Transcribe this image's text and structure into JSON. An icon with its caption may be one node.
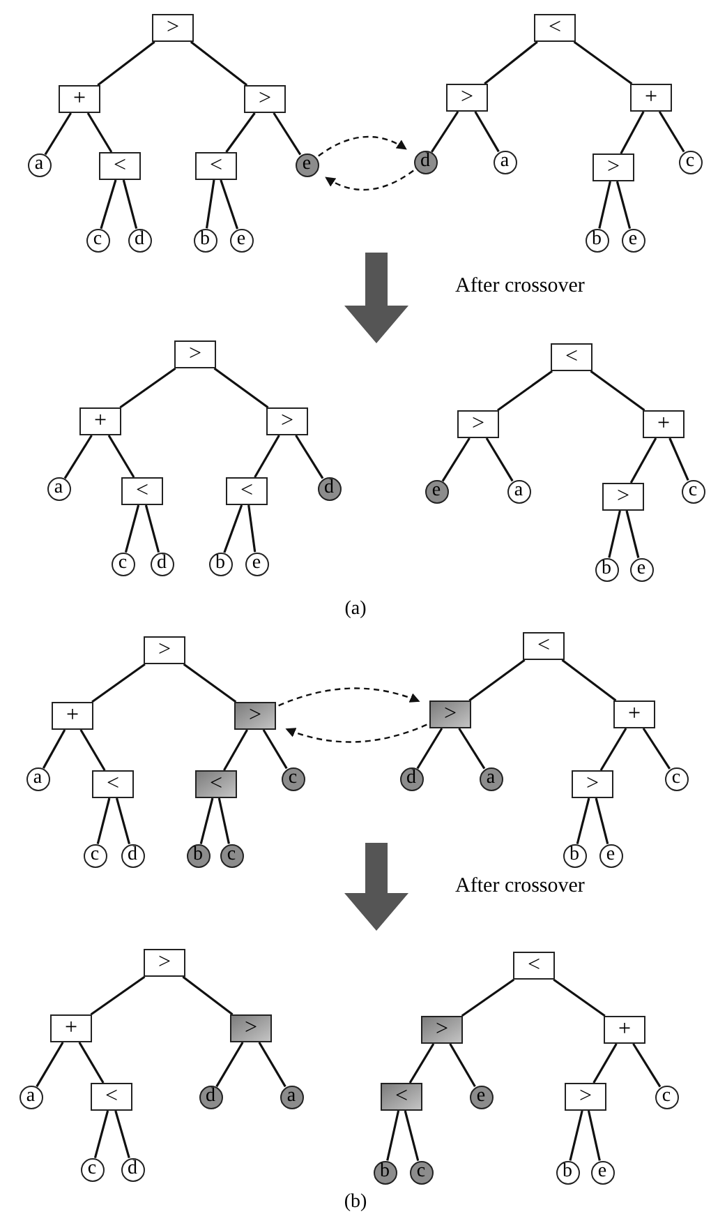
{
  "diagram": {
    "nodes": [
      {
        "text": [
          ">"
        ]
      },
      {
        "text": [
          "+"
        ]
      },
      {
        "text": [
          ">"
        ]
      },
      {
        "text": [
          "a"
        ]
      },
      {
        "text": [
          "<"
        ]
      },
      {
        "text": [
          "<"
        ]
      },
      {
        "text": [
          "e"
        ]
      },
      {
        "text": [
          "c"
        ]
      },
      {
        "text": [
          "d"
        ]
      },
      {
        "text": [
          "b"
        ]
      },
      {
        "text": [
          "e"
        ]
      },
      {
        "text": [
          "<"
        ]
      },
      {
        "text": [
          ">"
        ]
      },
      {
        "text": [
          "+"
        ]
      },
      {
        "text": [
          "d"
        ]
      },
      {
        "text": [
          "a"
        ]
      },
      {
        "text": [
          ">"
        ]
      },
      {
        "text": [
          "c"
        ]
      },
      {
        "text": [
          "b"
        ]
      },
      {
        "text": [
          "e"
        ]
      },
      {
        "text": [
          ">"
        ]
      },
      {
        "text": [
          "+"
        ]
      },
      {
        "text": [
          ">"
        ]
      },
      {
        "text": [
          "a"
        ]
      },
      {
        "text": [
          "<"
        ]
      },
      {
        "text": [
          "<"
        ]
      },
      {
        "text": [
          "d"
        ]
      },
      {
        "text": [
          "c"
        ]
      },
      {
        "text": [
          "d"
        ]
      },
      {
        "text": [
          "b"
        ]
      },
      {
        "text": [
          "e"
        ]
      },
      {
        "text": [
          "<"
        ]
      },
      {
        "text": [
          ">"
        ]
      },
      {
        "text": [
          "+"
        ]
      },
      {
        "text": [
          "e"
        ]
      },
      {
        "text": [
          "a"
        ]
      },
      {
        "text": [
          ">"
        ]
      },
      {
        "text": [
          "c"
        ]
      },
      {
        "text": [
          "b"
        ]
      },
      {
        "text": [
          "e"
        ]
      },
      {
        "text": [
          ">"
        ]
      },
      {
        "text": [
          "+"
        ]
      },
      {
        "text": [
          ">"
        ]
      },
      {
        "text": [
          "a"
        ]
      },
      {
        "text": [
          "<"
        ]
      },
      {
        "text": [
          "<"
        ]
      },
      {
        "text": [
          "c"
        ]
      },
      {
        "text": [
          "c"
        ]
      },
      {
        "text": [
          "d"
        ]
      },
      {
        "text": [
          "b"
        ]
      },
      {
        "text": [
          "c"
        ]
      },
      {
        "text": [
          "<"
        ]
      },
      {
        "text": [
          ">"
        ]
      },
      {
        "text": [
          "+"
        ]
      },
      {
        "text": [
          "d"
        ]
      },
      {
        "text": [
          "a"
        ]
      },
      {
        "text": [
          ">"
        ]
      },
      {
        "text": [
          "c"
        ]
      },
      {
        "text": [
          "b"
        ]
      },
      {
        "text": [
          "e"
        ]
      },
      {
        "text": [
          ">"
        ]
      },
      {
        "text": [
          "+"
        ]
      },
      {
        "text": [
          ">"
        ]
      },
      {
        "text": [
          "a"
        ]
      },
      {
        "text": [
          "<"
        ]
      },
      {
        "text": [
          "d"
        ]
      },
      {
        "text": [
          "a"
        ]
      },
      {
        "text": [
          "c"
        ]
      },
      {
        "text": [
          "d"
        ]
      },
      {
        "text": [
          "<"
        ]
      },
      {
        "text": [
          ">"
        ]
      },
      {
        "text": [
          "+"
        ]
      },
      {
        "text": [
          "<"
        ]
      },
      {
        "text": [
          "e"
        ]
      },
      {
        "text": [
          ">"
        ]
      },
      {
        "text": [
          "c"
        ]
      },
      {
        "text": [
          "b"
        ]
      },
      {
        "text": [
          "c"
        ]
      },
      {
        "text": [
          "b"
        ]
      },
      {
        "text": [
          "e"
        ]
      }
    ],
    "edges": [
      {
        "from": 0,
        "to": 1,
        "arrow": "none"
      },
      {
        "from": 0,
        "to": 2,
        "arrow": "none"
      },
      {
        "from": 1,
        "to": 3,
        "arrow": "none"
      },
      {
        "from": 1,
        "to": 4,
        "arrow": "none"
      },
      {
        "from": 2,
        "to": 5,
        "arrow": "none"
      },
      {
        "from": 2,
        "to": 6,
        "arrow": "none"
      },
      {
        "from": 4,
        "to": 7,
        "arrow": "none"
      },
      {
        "from": 4,
        "to": 8,
        "arrow": "none"
      },
      {
        "from": 5,
        "to": 9,
        "arrow": "none"
      },
      {
        "from": 5,
        "to": 10,
        "arrow": "none"
      },
      {
        "from": 11,
        "to": 12,
        "arrow": "none"
      },
      {
        "from": 11,
        "to": 13,
        "arrow": "none"
      },
      {
        "from": 12,
        "to": 14,
        "arrow": "none"
      },
      {
        "from": 12,
        "to": 15,
        "arrow": "none"
      },
      {
        "from": 13,
        "to": 16,
        "arrow": "none"
      },
      {
        "from": 13,
        "to": 17,
        "arrow": "none"
      },
      {
        "from": 16,
        "to": 18,
        "arrow": "none"
      },
      {
        "from": 16,
        "to": 19,
        "arrow": "none"
      },
      {
        "from": 6,
        "to": 14,
        "arrow": "to",
        "style": "dashed"
      },
      {
        "from": 14,
        "to": 6,
        "arrow": "to",
        "style": "dashed"
      },
      {
        "from": 20,
        "to": 21,
        "arrow": "none"
      },
      {
        "from": 20,
        "to": 22,
        "arrow": "none"
      },
      {
        "from": 21,
        "to": 23,
        "arrow": "none"
      },
      {
        "from": 21,
        "to": 24,
        "arrow": "none"
      },
      {
        "from": 22,
        "to": 25,
        "arrow": "none"
      },
      {
        "from": 22,
        "to": 26,
        "arrow": "none"
      },
      {
        "from": 24,
        "to": 27,
        "arrow": "none"
      },
      {
        "from": 24,
        "to": 28,
        "arrow": "none"
      },
      {
        "from": 25,
        "to": 29,
        "arrow": "none"
      },
      {
        "from": 25,
        "to": 30,
        "arrow": "none"
      },
      {
        "from": 31,
        "to": 32,
        "arrow": "none"
      },
      {
        "from": 31,
        "to": 33,
        "arrow": "none"
      },
      {
        "from": 32,
        "to": 34,
        "arrow": "none"
      },
      {
        "from": 32,
        "to": 35,
        "arrow": "none"
      },
      {
        "from": 33,
        "to": 36,
        "arrow": "none"
      },
      {
        "from": 33,
        "to": 37,
        "arrow": "none"
      },
      {
        "from": 36,
        "to": 38,
        "arrow": "none"
      },
      {
        "from": 36,
        "to": 39,
        "arrow": "none"
      },
      {
        "from": 40,
        "to": 41,
        "arrow": "none"
      },
      {
        "from": 40,
        "to": 42,
        "arrow": "none"
      },
      {
        "from": 41,
        "to": 43,
        "arrow": "none"
      },
      {
        "from": 41,
        "to": 44,
        "arrow": "none"
      },
      {
        "from": 42,
        "to": 45,
        "arrow": "none"
      },
      {
        "from": 42,
        "to": 46,
        "arrow": "none"
      },
      {
        "from": 44,
        "to": 47,
        "arrow": "none"
      },
      {
        "from": 44,
        "to": 48,
        "arrow": "none"
      },
      {
        "from": 45,
        "to": 49,
        "arrow": "none"
      },
      {
        "from": 45,
        "to": 50,
        "arrow": "none"
      },
      {
        "from": 51,
        "to": 52,
        "arrow": "none"
      },
      {
        "from": 51,
        "to": 53,
        "arrow": "none"
      },
      {
        "from": 52,
        "to": 54,
        "arrow": "none"
      },
      {
        "from": 52,
        "to": 55,
        "arrow": "none"
      },
      {
        "from": 53,
        "to": 56,
        "arrow": "none"
      },
      {
        "from": 53,
        "to": 57,
        "arrow": "none"
      },
      {
        "from": 56,
        "to": 58,
        "arrow": "none"
      },
      {
        "from": 56,
        "to": 59,
        "arrow": "none"
      },
      {
        "from": 42,
        "to": 52,
        "arrow": "to",
        "style": "dashed"
      },
      {
        "from": 52,
        "to": 42,
        "arrow": "to",
        "style": "dashed"
      },
      {
        "from": 60,
        "to": 61,
        "arrow": "none"
      },
      {
        "from": 60,
        "to": 62,
        "arrow": "none"
      },
      {
        "from": 61,
        "to": 63,
        "arrow": "none"
      },
      {
        "from": 61,
        "to": 64,
        "arrow": "none"
      },
      {
        "from": 62,
        "to": 65,
        "arrow": "none"
      },
      {
        "from": 62,
        "to": 66,
        "arrow": "none"
      },
      {
        "from": 64,
        "to": 67,
        "arrow": "none"
      },
      {
        "from": 64,
        "to": 68,
        "arrow": "none"
      },
      {
        "from": 69,
        "to": 70,
        "arrow": "none"
      },
      {
        "from": 69,
        "to": 71,
        "arrow": "none"
      },
      {
        "from": 70,
        "to": 72,
        "arrow": "none"
      },
      {
        "from": 70,
        "to": 73,
        "arrow": "none"
      },
      {
        "from": 71,
        "to": 74,
        "arrow": "none"
      },
      {
        "from": 71,
        "to": 75,
        "arrow": "none"
      },
      {
        "from": 72,
        "to": 76,
        "arrow": "none"
      },
      {
        "from": 72,
        "to": 77,
        "arrow": "none"
      },
      {
        "from": 74,
        "to": 78,
        "arrow": "none"
      },
      {
        "from": 74,
        "to": 79,
        "arrow": "none"
      }
    ],
    "labels": [
      "After crossover",
      "(a)",
      "After crossover",
      "(b)"
    ]
  }
}
